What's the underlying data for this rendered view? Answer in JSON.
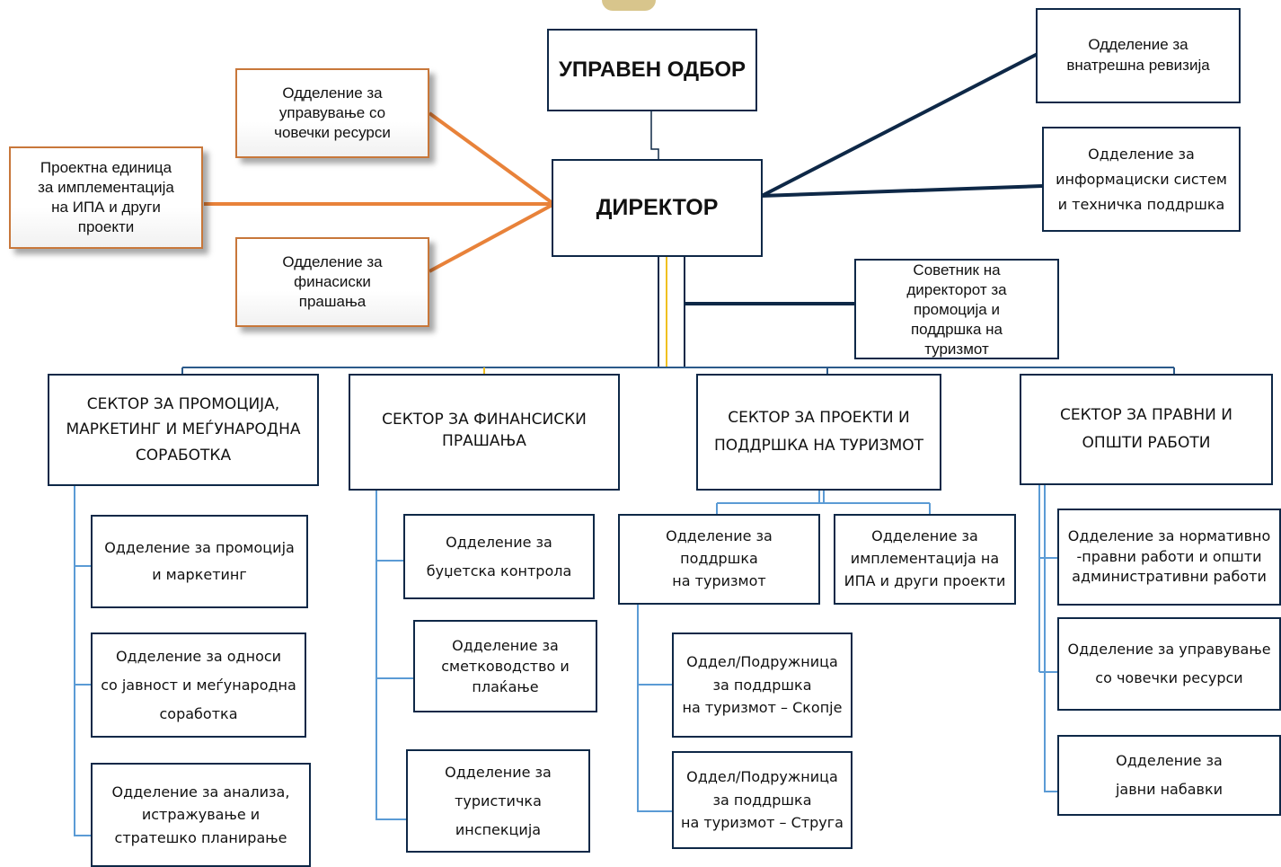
{
  "board": "УПРАВЕН ОДБОР",
  "director": "ДИРЕКТОР",
  "left_units": {
    "hr": "Одделение за\nуправување со\nчовечки ресурси",
    "ipa": "Проектна единица\nза имплементација\nна ИПА и други\nпроекти",
    "finance": "Одделение за\nфинасиски\nпрашања"
  },
  "right_units": {
    "audit": "Одделение за\nвнатрешна ревизија",
    "it": "Одделение за\nинформациски систем\nи техничка поддршка",
    "advisor": "Советник  на\nдиректорот за\nпромоција и\nподдршка на\nтуризмот"
  },
  "sectors": {
    "promotion": {
      "title": "СЕКТОР ЗА ПРОМОЦИЈА,\nМАРКЕТИНГ И МЕЃУНАРОДНА\nСОРАБОТКА",
      "units": [
        "Одделение за промоција\nи маркетинг",
        "Одделение за односи\nсо јавност и меѓународна\nсоработка",
        "Одделение за анализа,\nистражување и\nстратешко планирање"
      ]
    },
    "finance": {
      "title": "СЕКТОР ЗА ФИНАНСИСКИ\nПРАШАЊА",
      "units": [
        "Одделение за\nбуџетска контрола",
        "Одделение за\nсметководство и\nплаќање",
        "Одделение за\nтуристичка\nинспекција"
      ]
    },
    "projects": {
      "title": "СЕКТОР ЗА ПРОЕКТИ И\nПОДДРШКА НА ТУРИЗМОТ",
      "units": [
        "Одделение за\nподдршка\nна туризмот",
        "Одделение за\nимплементација на\nИПА  и други проекти"
      ],
      "subunits": [
        "Оддел/Подружница\nза  поддршка\nна туризмот – Скопје",
        "Оддел/Подружница\nза поддршка\nна туризмот – Струга"
      ]
    },
    "legal": {
      "title": "СЕКТОР ЗА ПРАВНИ  И\nОПШТИ РАБОТИ",
      "units": [
        "Одделение за нормативно\n-правни  работи  и општи\nадминистративни работи",
        "Одделение за управување\nсо човечки ресурси",
        "Одделение за\nјавни набавки"
      ]
    }
  },
  "colors": {
    "navy": "#0e2847",
    "orange": "#e8823a",
    "lightblue": "#5b9bd5",
    "gold": "#f0c020"
  }
}
